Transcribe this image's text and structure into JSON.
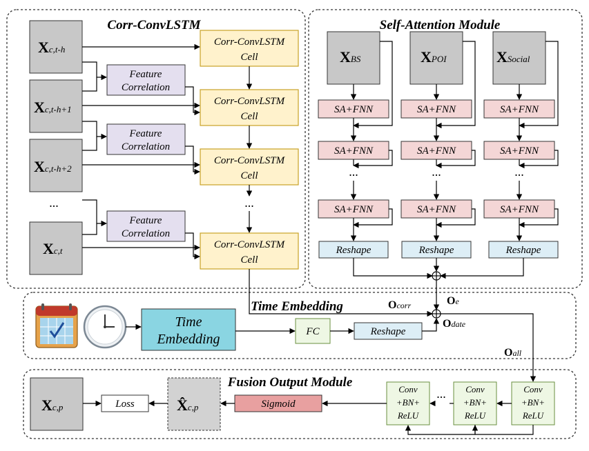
{
  "modules": {
    "corr_convlstm": "Corr-ConvLSTM",
    "self_attention": "Self-Attention Module",
    "time_embedding": "Time Embedding",
    "fusion_output": "Fusion Output Module"
  },
  "inputs": {
    "x": "X",
    "sub_t_h": "c,t-h",
    "sub_t_h1": "c,t-h+1",
    "sub_t_h2": "c,t-h+2",
    "sub_t": "c,t",
    "ellipsis": "..."
  },
  "cell": {
    "line1": "Corr-ConvLSTM",
    "line2": "Cell"
  },
  "feature_corr": {
    "line1": "Feature",
    "line2": "Correlation"
  },
  "sa": {
    "sub_bs": "BS",
    "sub_poi": "POI",
    "sub_social": "Social",
    "block": "SA+FNN",
    "reshape": "Reshape",
    "ellipsis": "..."
  },
  "time": {
    "block_line1": "Time",
    "block_line2": "Embedding",
    "fc": "FC",
    "reshape": "Reshape"
  },
  "outputs": {
    "o": "O",
    "corr": "corr",
    "e": "e",
    "date": "date",
    "all": "all"
  },
  "fusion": {
    "conv_line1": "Conv",
    "conv_line2": "+BN+",
    "conv_line3": "ReLU",
    "ellipsis": "...",
    "sigmoid": "Sigmoid",
    "loss": "Loss",
    "xhat": "X̂",
    "sub_cp": "c,p",
    "x": "X"
  },
  "colors": {
    "gray_box": "#c8c8c8",
    "yellow": "#fff2cc",
    "yellow_border": "#c9a227",
    "lavender": "#e4dfef",
    "pink": "#f4d6d6",
    "lightblue": "#ddeef6",
    "teal": "#8ad5e2",
    "green": "#eef7e4",
    "green_border": "#6a8f3f",
    "rose": "#e8a0a0"
  }
}
